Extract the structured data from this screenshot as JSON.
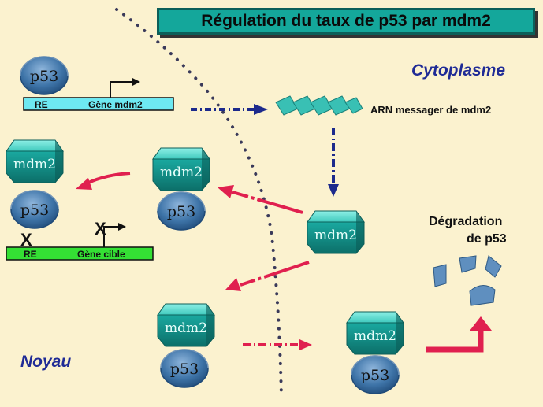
{
  "title": "Régulation du taux de p53 par mdm2",
  "regions": {
    "cytoplasm": "Cytoplasme",
    "nucleus": "Noyau"
  },
  "labels": {
    "re": "RE",
    "gene_mdm2": "Gène mdm2",
    "mrna": "ARN messager de mdm2",
    "gene_target": "Gène cible",
    "degradation_line1": "Dégradation",
    "degradation_line2": "de p53",
    "blocked_mark": "X"
  },
  "proteins": {
    "p53": "p53",
    "mdm2": "mdm2"
  },
  "colors": {
    "background": "#fbf2cf",
    "title_bg": "#14a79b",
    "region_text": "#1f2b96",
    "arrow_blue": "#1c2a8c",
    "arrow_red": "#e0204f",
    "mdm2": "#1aa9a0",
    "p53": "#3e74a8",
    "gene_mdm2_bar": "#6ee9f2",
    "gene_target_bar": "#34e034",
    "fragment": "#5f8fbf"
  }
}
